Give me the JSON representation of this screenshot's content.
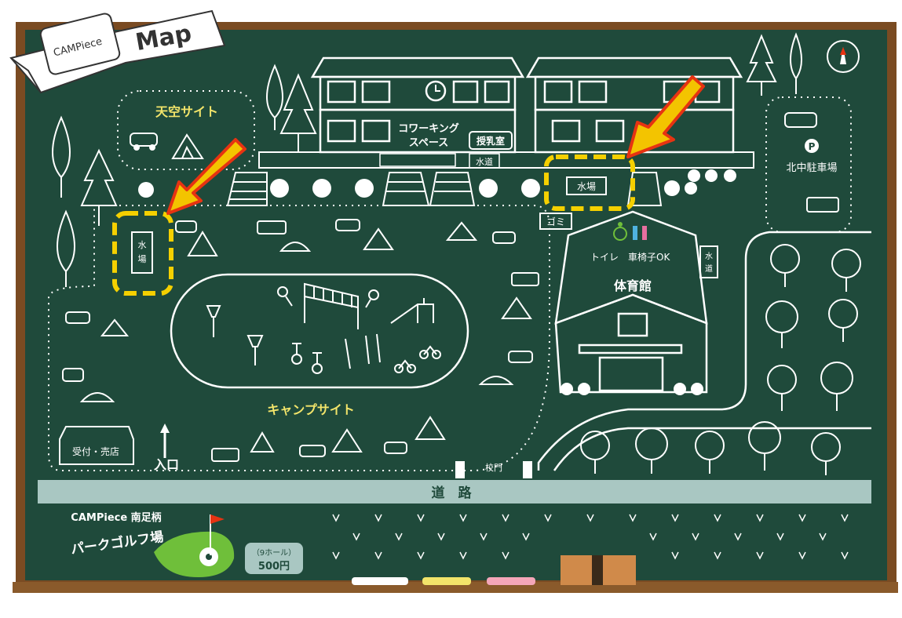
{
  "title": {
    "logo_text": "CAMPiece",
    "map_word": "Map"
  },
  "areas": {
    "tenku_site": "天空サイト",
    "camp_site": "キャンプサイト",
    "coworking": "コワーキング\nスペース",
    "coworking_line1": "コワーキング",
    "coworking_line2": "スペース",
    "nursing_room": "授乳室",
    "toilet": "トイレ",
    "wheelchair": "車椅子OK",
    "gym": "体育館",
    "reception": "受付・売店",
    "entrance": "入口",
    "north_parking": "北中駐車場",
    "parking_symbol": "P",
    "water_left": "水場",
    "water_right": "水場",
    "water_tap_1": "水道",
    "water_tap_2": "水道",
    "trash": "ゴミ",
    "school_gate": "校門",
    "road": "道　路"
  },
  "golf": {
    "brand": "CAMPiece 南足柄",
    "name": "パークゴルフ場",
    "holes": "（9ホール）",
    "price": "500円"
  },
  "colors": {
    "board": "#1f4a3b",
    "frame": "#8a5a2b",
    "chalk": "#ffffff",
    "yellow_text": "#f2e46a",
    "highlight": "#f5d000",
    "arrow": "#f3c400",
    "arrow_outline": "#e63312",
    "road": "#a9c7c2",
    "golf_green": "#6fbf3a"
  },
  "icons": [
    "compass-icon",
    "parking-icon",
    "wheelchair-icon",
    "toilet-icon",
    "clock-icon",
    "tent-icon",
    "car-icon",
    "tree-icon",
    "chalk-icon",
    "eraser-icon"
  ]
}
